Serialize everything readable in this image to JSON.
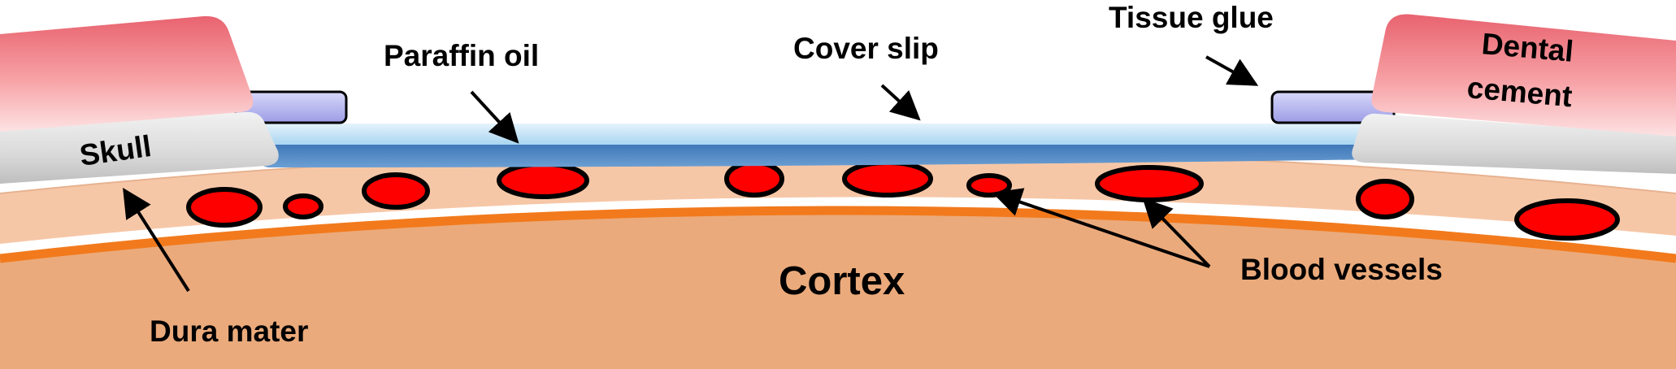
{
  "labels": {
    "paraffin_oil": "Paraffin oil",
    "cover_slip": "Cover slip",
    "tissue_glue": "Tissue glue",
    "dental_cement_line1": "Dental",
    "dental_cement_line2": "cement",
    "skull": "Skull",
    "cortex": "Cortex",
    "dura_mater": "Dura mater",
    "blood_vessels": "Blood vessels"
  },
  "colors": {
    "cortex": "#EBAA7B",
    "dura_layer": "#F6C7A7",
    "dura_line": "#F27A1C",
    "vessel": "#FF0000",
    "skull": "#D9D9D9",
    "dental_cement": "#F7A2A6",
    "tissue_glue": "#B8B8F2",
    "cover_slip": "#C5E5F7",
    "paraffin_oil": "#4D86C2"
  }
}
